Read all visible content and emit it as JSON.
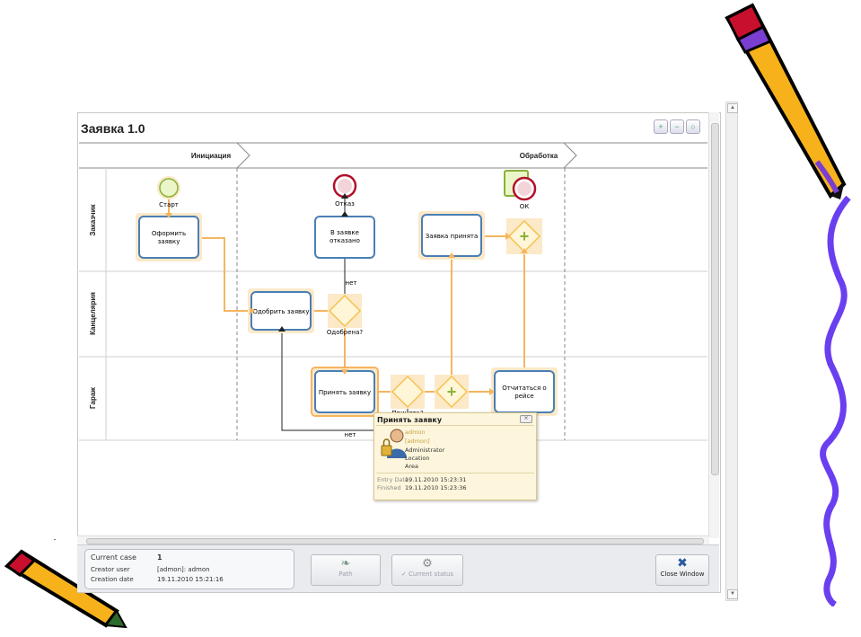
{
  "window": {
    "title": "Заявка 1.0"
  },
  "zoom": {
    "in_icon": "zoom-in-icon",
    "out_icon": "zoom-out-icon",
    "reset_icon": "zoom-reset-icon"
  },
  "phases": [
    "Инициация",
    "Обработка"
  ],
  "lanes": [
    "Заказчик",
    "Канцелярия",
    "Гараж"
  ],
  "nodes": {
    "start": "Старт",
    "reject": "Отказ",
    "ok": "ОК",
    "submit_line1": "Оформить",
    "submit_line2": "заявку",
    "rejected_line1": "В заявке",
    "rejected_line2": "отказано",
    "accepted": "Заявка принята",
    "approve": "Одобрить заявку",
    "approved_q": "Одобрена?",
    "no1": "нет",
    "accept": "Принять заявку",
    "accepted_q": "Принята?",
    "no2": "нет",
    "report_line1": "Отчитаться о",
    "report_line2": "рейсе"
  },
  "popup": {
    "title": "Принять заявку",
    "close_label": "×",
    "user_name": "admon",
    "user_login": "[admon]",
    "role": "Administrator",
    "location": "Location",
    "area": "Area",
    "entry_label": "Entry Date",
    "entry_value": "19.11.2010 15:23:31",
    "finished_label": "Finished",
    "finished_value": "19.11.2010 15:23:36"
  },
  "case_info": {
    "current_case_label": "Current case",
    "current_case_value": "1",
    "creator_label": "Creator user",
    "creator_value": "[admon]: admon",
    "creation_label": "Creation date",
    "creation_value": "19.11.2010 15:21:16"
  },
  "buttons": {
    "path": "Path",
    "current_status": "Current status",
    "close_window": "Close Window"
  },
  "colors": {
    "flow": "#f5b560",
    "task_border": "#4a7fb5",
    "gateway": "#f5c150",
    "plus": "#8bb23a",
    "end_event": "#b3102a",
    "start_event": "#b8e07a"
  }
}
